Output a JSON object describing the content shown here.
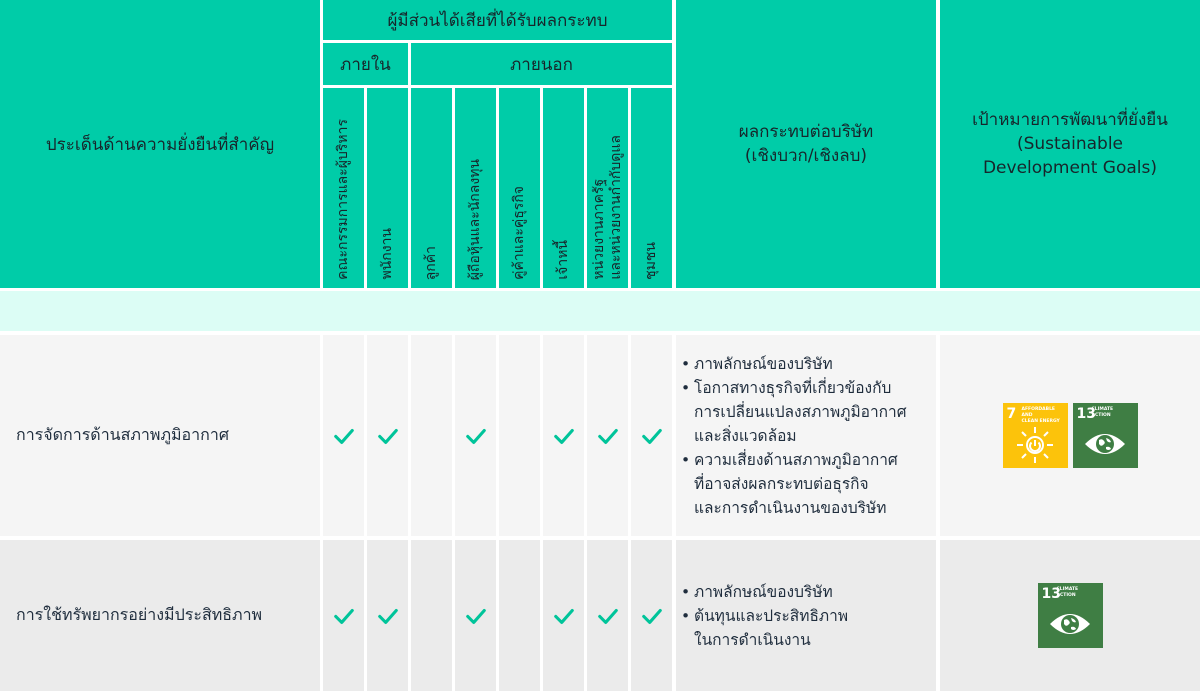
{
  "header": {
    "topic": "ประเด็นด้านความยั่งยืนที่สำคัญ",
    "stakeholders": "ผู้มีส่วนได้เสียที่ได้รับผลกระทบ",
    "internal": "ภายใน",
    "external": "ภายนอก",
    "stakeholder_cols": [
      "คณะกรรมการและผู้บริหาร",
      "พนักงาน",
      "ลูกค้า",
      "ผู้ถือหุ้นและนักลงทุน",
      "คู่ค้าและคู่ธุรกิจ",
      "เจ้าหนี้",
      "หน่วยงานภาครัฐ\nและหน่วยงานกำกับดูแล",
      "ชุมชน"
    ],
    "impact": "ผลกระทบต่อบริษัท\n(เชิงบวก/เชิงลบ)",
    "sdg": "เป้าหมายการพัฒนาที่ยั่งยืน\n(Sustainable\nDevelopment Goals)"
  },
  "rows": [
    {
      "topic": "การจัดการด้านสภาพภูมิอากาศ",
      "checks": [
        true,
        true,
        false,
        true,
        false,
        true,
        true,
        true
      ],
      "impacts": [
        "ภาพลักษณ์ของบริษัท",
        "โอกาสทางธุรกิจที่เกี่ยวข้องกับ\nการเปลี่ยนแปลงสภาพภูมิอากาศ\nและสิ่งแวดล้อม",
        "ความเสี่ยงด้านสภาพภูมิอากาศ\nที่อาจส่งผลกระทบต่อธุรกิจ\nและการดำเนินงานของบริษัท"
      ],
      "sdgs": [
        {
          "num": "7",
          "caption": "AFFORDABLE AND\nCLEAN ENERGY",
          "color": "#fcc30b",
          "icon": "sun-power-icon"
        },
        {
          "num": "13",
          "caption": "CLIMATE\nACTION",
          "color": "#3f7e44",
          "icon": "eye-globe-icon"
        }
      ]
    },
    {
      "topic": "การใช้ทรัพยากรอย่างมีประสิทธิภาพ",
      "checks": [
        true,
        true,
        false,
        true,
        false,
        true,
        true,
        true
      ],
      "impacts": [
        "ภาพลักษณ์ของบริษัท",
        "ต้นทุนและประสิทธิภาพ\nในการดำเนินงาน"
      ],
      "sdgs": [
        {
          "num": "13",
          "caption": "CLIMATE\nACTION",
          "color": "#3f7e44",
          "icon": "eye-globe-icon"
        }
      ]
    }
  ],
  "colors": {
    "header_bg": "#00cca8",
    "spacer_bg": "#dcfdf5",
    "check_color": "#00c49a",
    "row1_bg": "#f5f5f5",
    "row2_bg": "#ebebeb"
  }
}
